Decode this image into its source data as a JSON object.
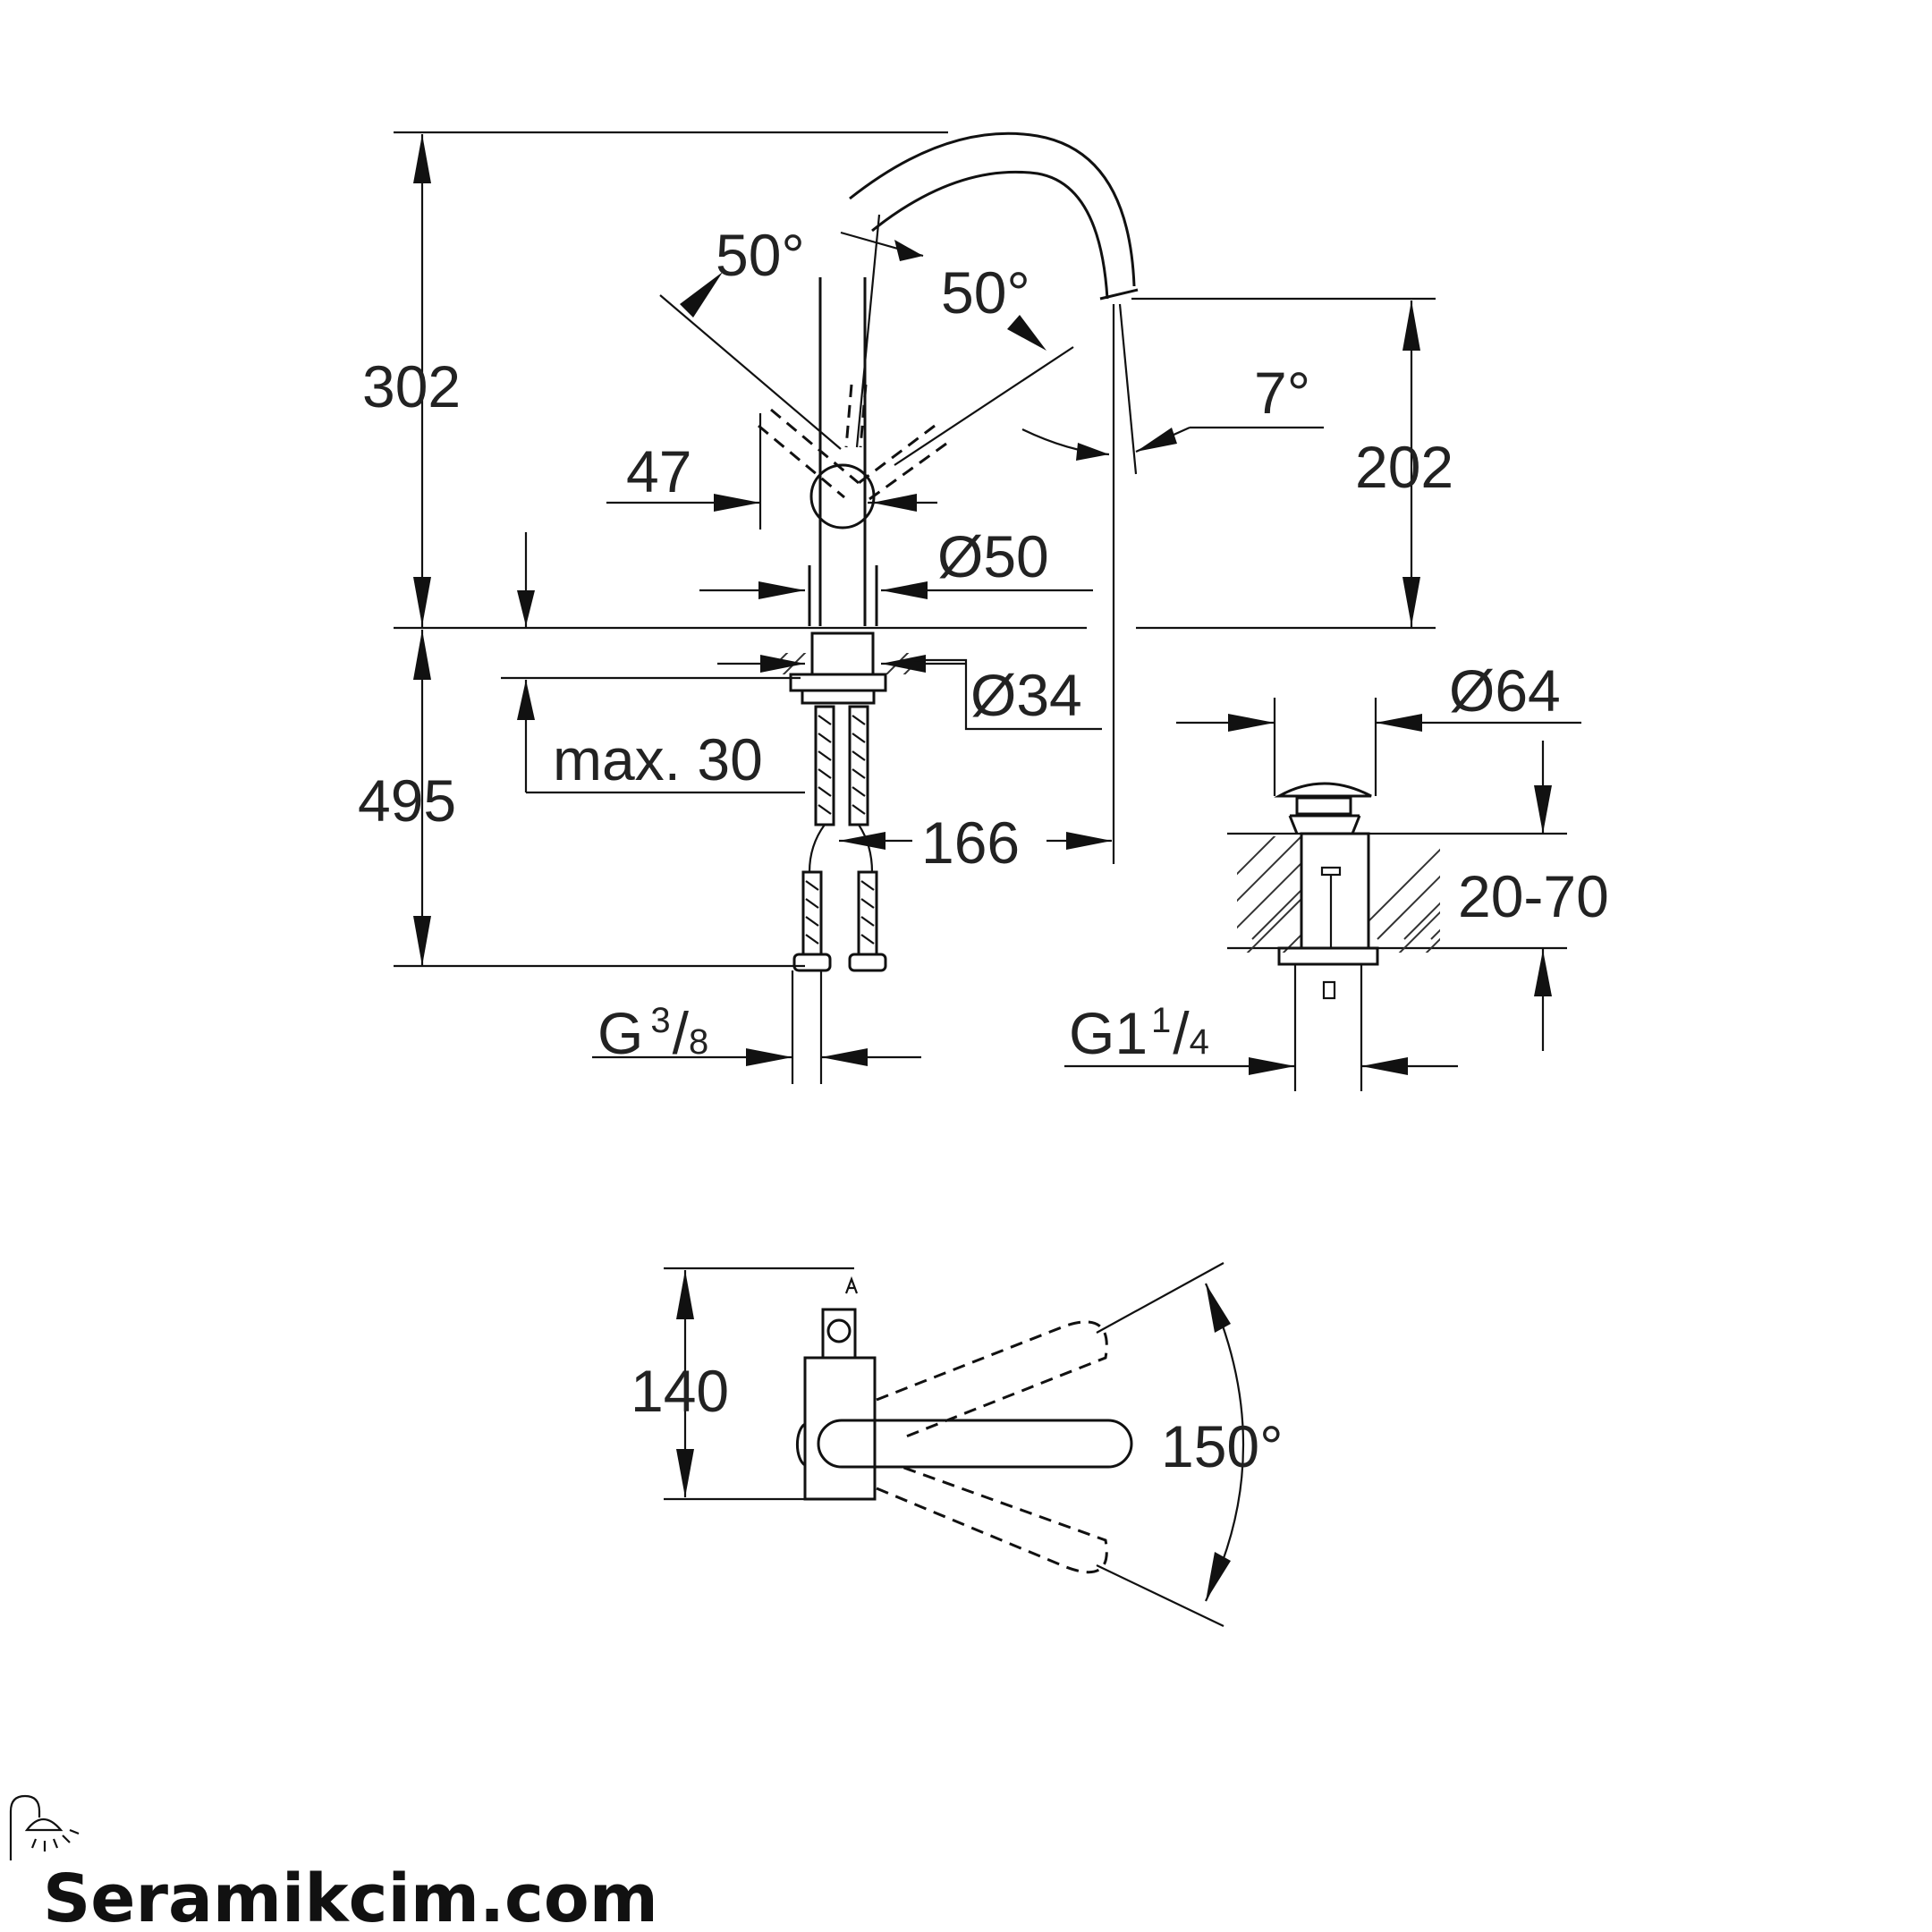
{
  "diagram": {
    "dimensions": {
      "angle_left": "50°",
      "angle_right": "50°",
      "angle_spout": "7°",
      "height_total": "302",
      "height_spout": "202",
      "lever_offset": "47",
      "body_diameter": "Ø50",
      "hole_diameter": "Ø34",
      "max_thickness": "max. 30",
      "hose_length": "495",
      "reach": "166",
      "waste_diameter": "Ø64",
      "waste_range": "20-70",
      "inlet_thread_prefix": "G",
      "inlet_thread_num": "3",
      "inlet_thread_den": "8",
      "waste_thread_prefix": "G1",
      "waste_thread_num": "1",
      "waste_thread_den": "4",
      "plan_depth": "140",
      "swivel_angle": "150°"
    }
  },
  "brand": {
    "name": "Seramikcim.com",
    "icon": "shower-icon"
  }
}
